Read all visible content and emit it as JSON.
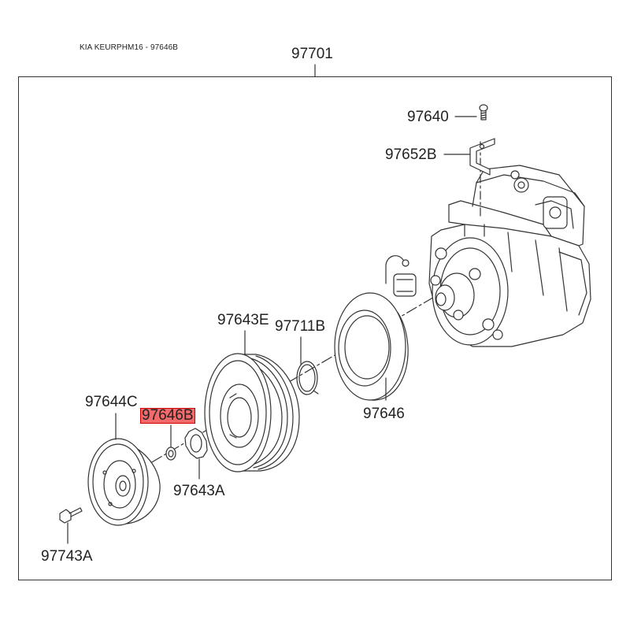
{
  "header": {
    "caption": "KIA KEURPHM16 - 97646B",
    "assembly_part_number": "97701"
  },
  "labels": {
    "screw_top": "97640",
    "bracket": "97652B",
    "pulley": "97643E",
    "snap_ring": "97711B",
    "field_coil": "97646",
    "hub_plate": "97644C",
    "highlighted_part": "97646B",
    "shim_washer": "97643A",
    "bolt": "97743A"
  },
  "colors": {
    "highlight_fill": "#f46a6a",
    "highlight_border": "#cc0000",
    "line": "#333333"
  },
  "icons": [
    "compressor-illustration",
    "bracket-illustration",
    "pulley-illustration",
    "coil-illustration",
    "snap-ring-illustration",
    "hub-illustration",
    "washer-illustration",
    "shim-illustration",
    "bolt-illustration",
    "screw-illustration"
  ]
}
